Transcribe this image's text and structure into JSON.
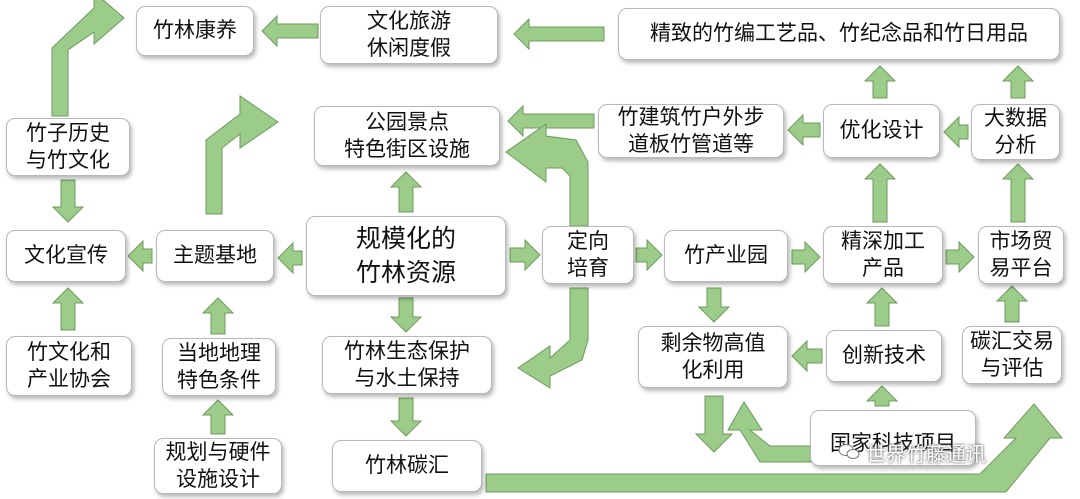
{
  "nodes": {
    "bamboo_wellness": "竹林康养",
    "culture_tourism": "文化旅游\n休闲度假",
    "crafts_products": "精致的竹编工艺品、竹纪念品和竹日用品",
    "bamboo_history": "竹子历史\n与竹文化",
    "parks_attractions": "公园景点\n特色街区设施",
    "bamboo_building": "竹建筑竹户外步\n道板竹管道等",
    "optimized_design": "优化设计",
    "big_data": "大数据\n分析",
    "culture_promotion": "文化宣传",
    "theme_base": "主题基地",
    "bamboo_resources": "规模化的\n竹林资源",
    "directed_cultivation": "定向\n培育",
    "bamboo_industrial_park": "竹产业园",
    "deep_processing": "精深加工\n产品",
    "market_trade": "市场贸\n易平台",
    "culture_association": "竹文化和\n产业协会",
    "local_conditions": "当地地理\n特色条件",
    "eco_protection": "竹林生态保护\n与水土保持",
    "residue_utilization": "剩余物高值\n化利用",
    "innovation_tech": "创新技术",
    "carbon_trading": "碳汇交易\n与评估",
    "planning_design": "规划与硬件\n设施设计",
    "bamboo_carbon_sink": "竹林碳汇",
    "national_projects": "国家科技项目"
  },
  "watermark": {
    "text": "世界竹藤通讯",
    "icon": "wechat-icon"
  },
  "colors": {
    "arrow_fill": "#9ccc8a",
    "arrow_stroke": "#6f9a5e",
    "box_border": "#b8b8b8"
  }
}
